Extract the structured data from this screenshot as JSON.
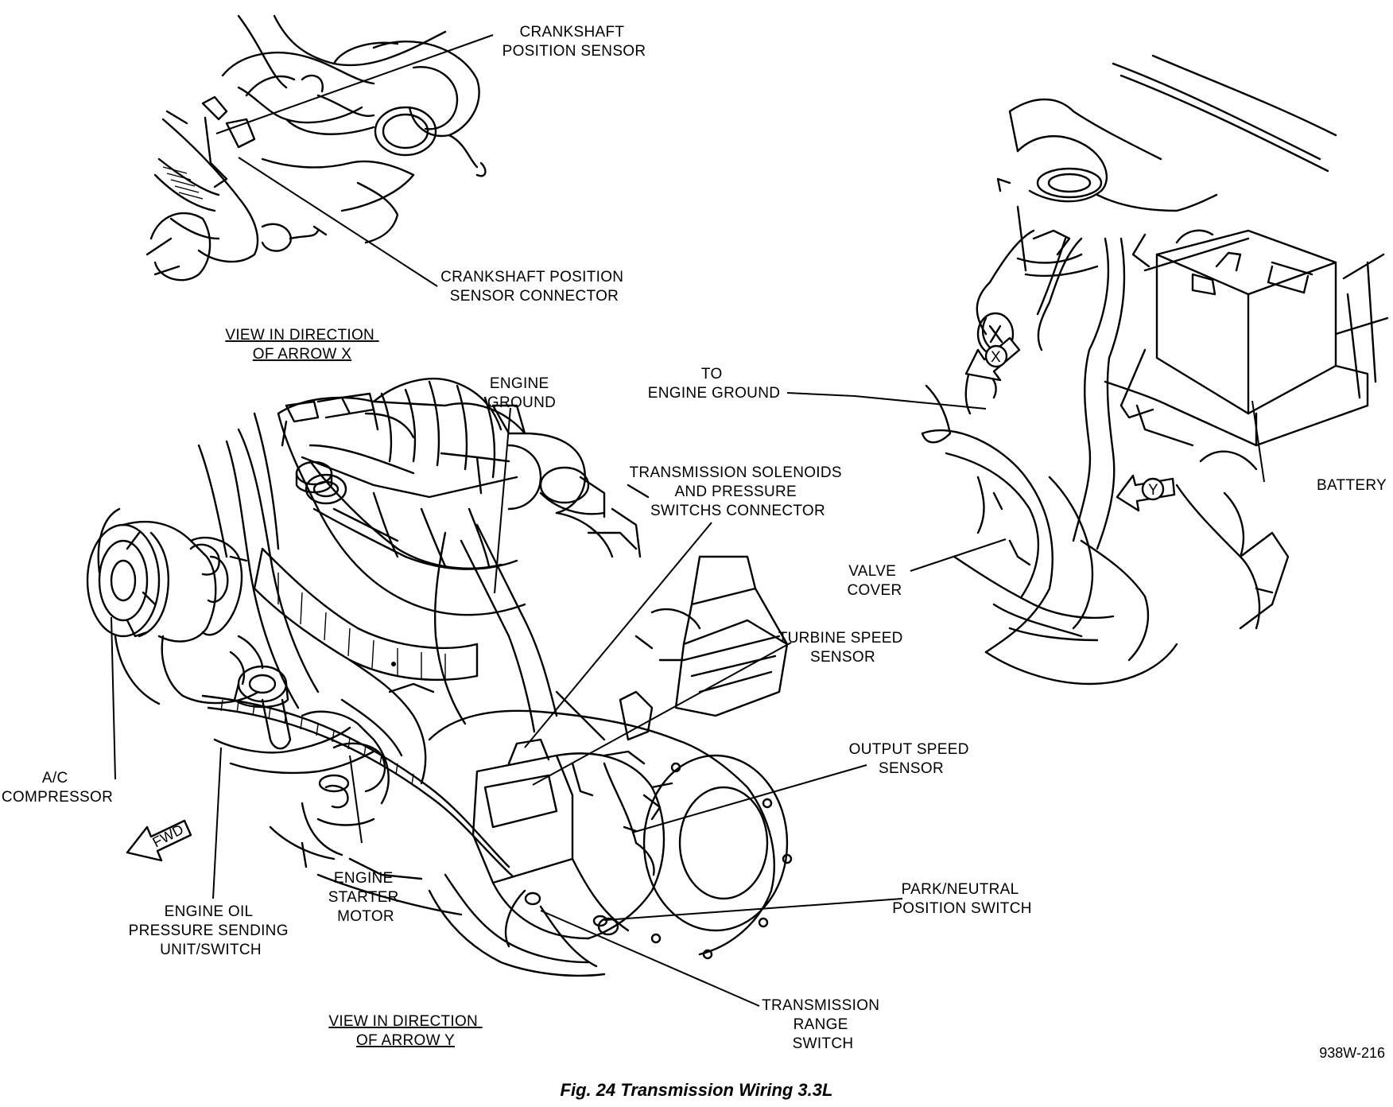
{
  "labels": {
    "crankshaft_sensor": [
      "CRANKSHAFT",
      "POSITION SENSOR"
    ],
    "crankshaft_connector": [
      "CRANKSHAFT POSITION",
      "SENSOR CONNECTOR"
    ],
    "view_x": [
      "VIEW IN DIRECTION",
      "OF ARROW X"
    ],
    "engine_ground": [
      "ENGINE",
      "GROUND"
    ],
    "to_engine_ground": [
      "TO",
      "ENGINE GROUND"
    ],
    "trans_solenoids": [
      "TRANSMISSION SOLENOIDS",
      "AND PRESSURE",
      "SWITCHS CONNECTOR"
    ],
    "battery": "BATTERY",
    "valve_cover": [
      "VALVE",
      "COVER"
    ],
    "turbine_speed": [
      "TURBINE SPEED",
      "SENSOR"
    ],
    "output_speed": [
      "OUTPUT SPEED",
      "SENSOR"
    ],
    "ac_compressor": [
      "A/C",
      "COMPRESSOR"
    ],
    "park_neutral": [
      "PARK/NEUTRAL",
      "POSITION SWITCH"
    ],
    "oil_pressure": [
      "ENGINE OIL",
      "PRESSURE SENDING",
      "UNIT/SWITCH"
    ],
    "starter_motor": [
      "ENGINE",
      "STARTER",
      "MOTOR"
    ],
    "trans_range": [
      "TRANSMISSION",
      "RANGE",
      "SWITCH"
    ],
    "view_y": [
      "VIEW IN DIRECTION",
      "OF ARROW Y"
    ]
  },
  "arrow_marks": {
    "x": "X",
    "y": "Y",
    "fwd": "FWD"
  },
  "figure_code": "938W-216",
  "caption": "Fig. 24 Transmission Wiring 3.3L"
}
